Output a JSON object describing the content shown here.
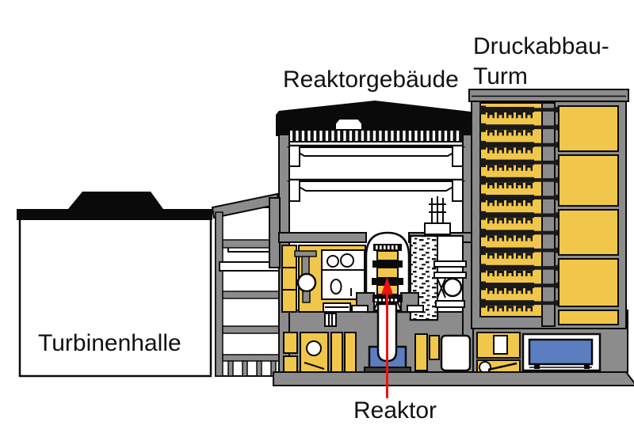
{
  "diagram": {
    "subject": "nuclear-power-plant-cross-section"
  },
  "labels": {
    "turbine_hall": "Turbinenhalle",
    "reactor_building": "Reaktorgebäude",
    "tower_line1": "Druckabbau-",
    "tower_line2": "Turm",
    "reactor": "Reaktor"
  },
  "colors": {
    "highlight-yellow": "#F1C74B",
    "structure-gray": "#8C8C8C",
    "water-blue": "#5B7EC0",
    "arrow-red": "#EE1111",
    "ink-black": "#0A0A0A",
    "paper-white": "#FFFFFF"
  },
  "tower": {
    "condenser_row_count": 12,
    "right_panel_count": 5
  }
}
